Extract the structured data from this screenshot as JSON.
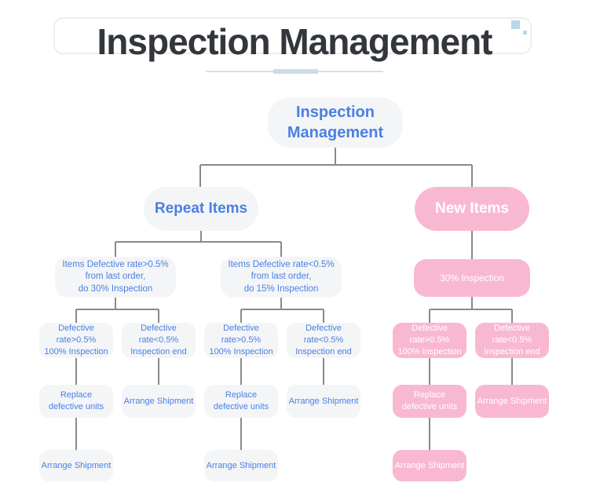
{
  "header": {
    "title": "Inspection Management"
  },
  "nodes": {
    "root": "Inspection\nManagement",
    "repeat_items": "Repeat Items",
    "new_items": "New Items",
    "repeat_high": "Items Defective rate>0.5%\nfrom last order,\ndo 30% Inspection",
    "repeat_low": "Items Defective rate<0.5%\nfrom last order,\ndo 15% Inspection",
    "new_inspection": "30% Inspection",
    "defect_high": "Defective rate>0.5%\n100% Inspection",
    "defect_low": "Defective rate<0.5%\nInspection end",
    "replace_units": "Replace\ndefective units",
    "arrange_shipment": "Arrange Shipment"
  },
  "colors": {
    "accent_blue": "#4a80e2",
    "accent_pink": "#f9b8d1",
    "node_gray": "#f4f5f7",
    "connector_gray": "#8a8a8a",
    "underline_blue": "#cfe2ee",
    "title_dark": "#33373c"
  }
}
